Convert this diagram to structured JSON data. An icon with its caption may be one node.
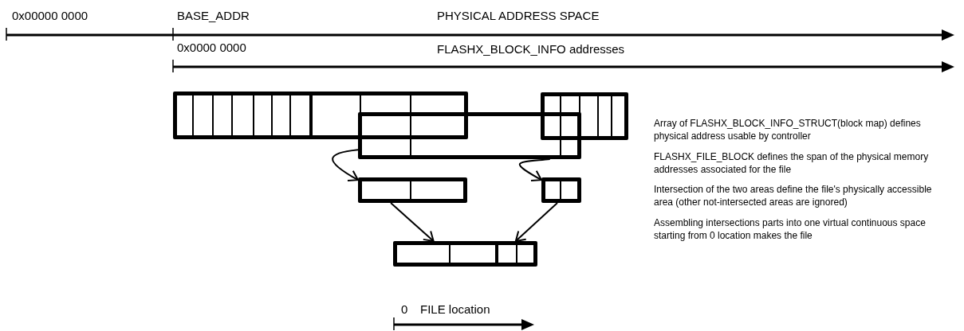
{
  "diagram": {
    "nodes": [
      {
        "text": [],
        "shape": "box"
      },
      {
        "text": [],
        "shape": "box"
      },
      {
        "text": [],
        "shape": "box"
      },
      {
        "text": [],
        "shape": "box"
      },
      {
        "text": [],
        "shape": "box"
      },
      {
        "text": [],
        "shape": "box"
      }
    ],
    "edges": [
      {
        "from": 2,
        "to": 3,
        "arrow": "to"
      },
      {
        "from": 2,
        "to": 4,
        "arrow": "to"
      },
      {
        "from": 3,
        "to": 5,
        "arrow": "to"
      },
      {
        "from": 4,
        "to": 5,
        "arrow": "to"
      }
    ],
    "labels": [
      "0x00000 0000",
      "BASE_ADDR",
      "PHYSICAL ADDRESS SPACE",
      "0x0000 0000",
      "FLASHX_BLOCK_INFO addresses",
      "Array of FLASHX_BLOCK_INFO_STRUCT(block map) defines physical address usable by controller",
      "FLASHX_FILE_BLOCK defines the span of the physical memory addresses associated for the file",
      "Intersection of the two areas define the file's physically accessible area (other not-intersected areas are ignored)",
      "Assembling intersections parts into one virtual continuous space starting from 0 location makes the file",
      "0",
      "FILE location"
    ]
  }
}
